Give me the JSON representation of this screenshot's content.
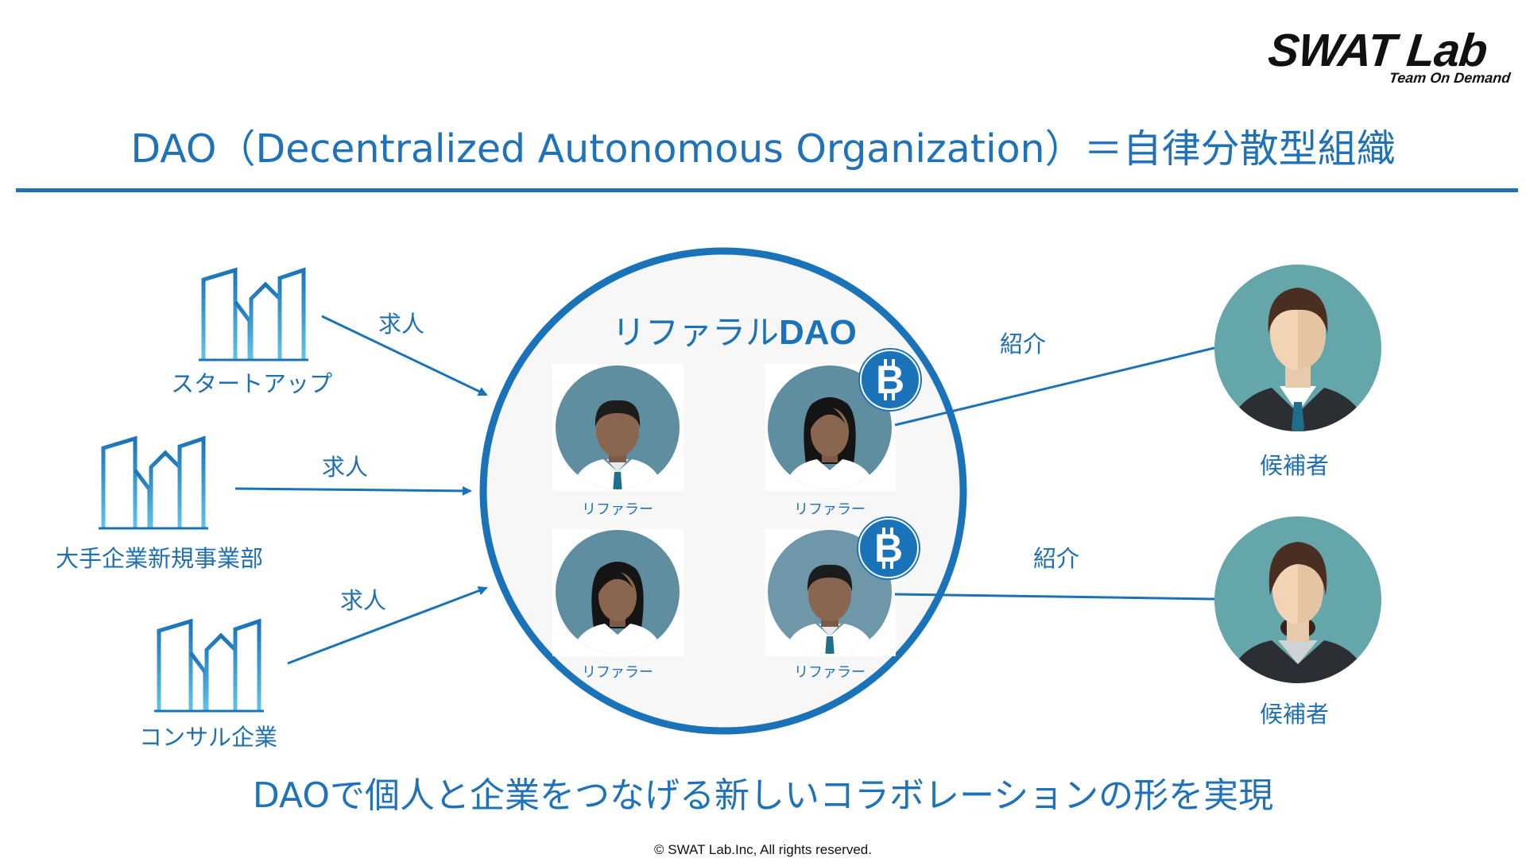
{
  "logo": {
    "main": "SWAT Lab",
    "sub": "Team On Demand"
  },
  "title": "DAO（Decentralized Autonomous Organization）＝自律分散型組織",
  "companies": [
    {
      "label": "スタートアップ",
      "arrow_label": "求人"
    },
    {
      "label": "大手企業新規事業部",
      "arrow_label": "求人"
    },
    {
      "label": "コンサル企業",
      "arrow_label": "求人"
    }
  ],
  "dao": {
    "title_prefix": "リファラル",
    "title_suffix": "DAO",
    "referrers": [
      "リファラー",
      "リファラー",
      "リファラー",
      "リファラー"
    ]
  },
  "candidates": [
    {
      "label": "候補者",
      "link_label": "紹介"
    },
    {
      "label": "候補者",
      "link_label": "紹介"
    }
  ],
  "message": "DAOで個人と企業をつなげる新しいコラボレーションの形を実現",
  "copyright": "© SWAT Lab.Inc, All rights reserved.",
  "colors": {
    "accent": "#1a73b8",
    "avatar_bg_dark": "#5f8ea1",
    "avatar_bg_teal": "#64a6a9",
    "bitcoin": "#1a73b8"
  }
}
